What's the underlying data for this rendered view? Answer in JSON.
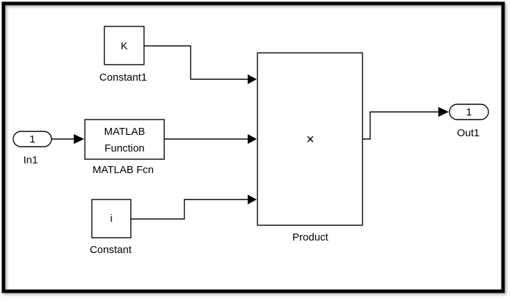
{
  "diagram": {
    "blocks": {
      "constant1": {
        "value": "K",
        "label": "Constant1"
      },
      "constant": {
        "value": "i",
        "label": "Constant"
      },
      "matlab_fcn": {
        "line1": "MATLAB",
        "line2": "Function",
        "label": "MATLAB Fcn"
      },
      "in1": {
        "port": "1",
        "label": "In1"
      },
      "out1": {
        "port": "1",
        "label": "Out1"
      },
      "product": {
        "symbol": "×",
        "label": "Product"
      }
    }
  }
}
